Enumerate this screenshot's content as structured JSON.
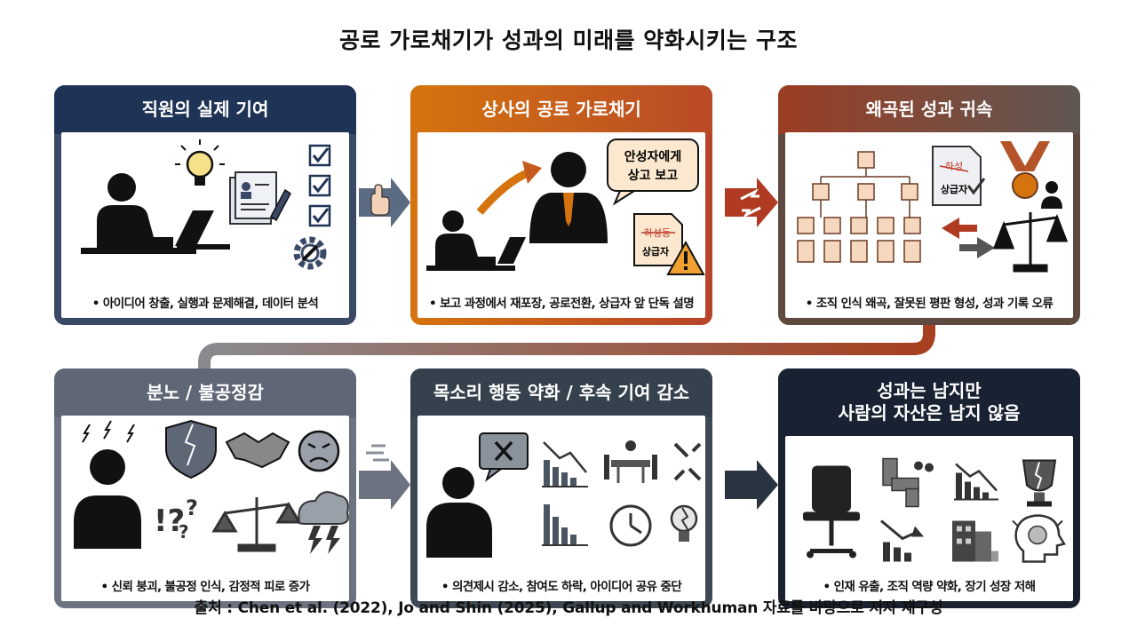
{
  "title": "공로 가로채기가 성과의 미래를 약화시키는 구조",
  "cards": [
    {
      "title": "직원의 실제 기여",
      "bullet": "• 아이디어 창출, 실행과 문제해결, 데이터 분석"
    },
    {
      "title": "상사의 공로 가로채기",
      "bullet": "• 보고 과정에서 재포장, 공로전환, 상급자 앞 단독 설명",
      "speech": "안성자에게 상고 보고",
      "doc_struck": "하성동",
      "doc_text": "상급자"
    },
    {
      "title": "왜곡된 성과 귀속",
      "bullet": "• 조직 인식 왜곡, 잘못된 평판 형성, 성과 기록 오류",
      "doc_struck": "하성",
      "doc_text": "상급자"
    },
    {
      "title": "분노 / 불공정감",
      "bullet": "• 신뢰 붕괴, 불공정 인식, 감정적 피로 증가"
    },
    {
      "title": "목소리 행동 약화 / 후속 기여 감소",
      "bullet": "• 의견제시 감소, 참여도 하락, 아이디어 공유 중단"
    },
    {
      "title_line1": "성과는 남지만",
      "title_line2": "사람의 자산은 남지 않음",
      "bullet": "• 인재 유출, 조직 역량 약화, 장기 성장 저해"
    }
  ],
  "source": "출처 : Chen et al. (2022), Jo and Shin (2025), Gallup and Workhuman 자료를 바탕으로 저자 재구성",
  "icons": {
    "card1": [
      "person-laptop-icon",
      "lightbulb-icon",
      "document-pen-icon",
      "checklist-icon",
      "gear-wrench-icon"
    ],
    "card2": [
      "person-laptop-icon",
      "upward-arrow-icon",
      "manager-icon",
      "speech-bubble-icon",
      "document-icon",
      "warning-icon"
    ],
    "card3": [
      "org-chart-icon",
      "document-check-icon",
      "medal-icon",
      "swap-arrows-icon",
      "scale-icon"
    ],
    "card4": [
      "angry-person-icon",
      "broken-shield-icon",
      "handshake-icon",
      "angry-face-icon",
      "question-marks-icon",
      "tilted-scale-icon",
      "storm-cloud-icon"
    ],
    "card5": [
      "sad-person-icon",
      "x-speech-bubble-icon",
      "declining-chart-icon",
      "empty-meeting-icon",
      "broken-arrows-icon",
      "low-bar-chart-icon",
      "clock-icon",
      "broken-lightbulb-icon"
    ],
    "card6": [
      "empty-chair-icon",
      "broken-pipe-icon",
      "declining-chart-icon",
      "broken-trophy-icon",
      "falling-arrow-chart-icon",
      "crumbling-building-icon",
      "brain-head-icon"
    ]
  },
  "colors": {
    "navy": "#1f3356",
    "orange": "#d5740f",
    "rust": "#9b3e24",
    "gray": "#5f6676",
    "slate": "#35414c",
    "dark": "#182232"
  }
}
